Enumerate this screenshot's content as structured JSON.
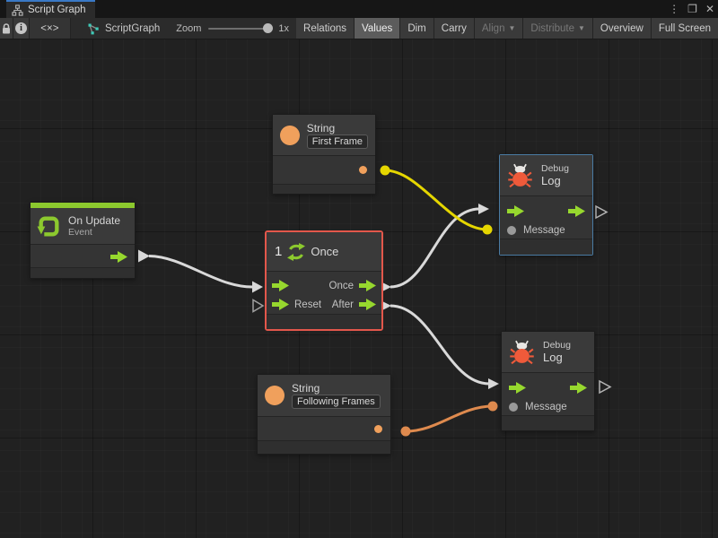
{
  "window": {
    "tab_title": "Script Graph",
    "controls": {
      "menu": "⋮",
      "maximize": "❐",
      "close": "✕"
    }
  },
  "toolbar": {
    "code_toggle": "<×>",
    "graph_name": "ScriptGraph",
    "zoom_label": "Zoom",
    "zoom_value": "1x",
    "dropdown_arrow": "▼",
    "buttons": [
      {
        "label": "Relations",
        "active": false,
        "disabled": false,
        "dropdown": false
      },
      {
        "label": "Values",
        "active": true,
        "disabled": false,
        "dropdown": false
      },
      {
        "label": "Dim",
        "active": false,
        "disabled": false,
        "dropdown": false
      },
      {
        "label": "Carry",
        "active": false,
        "disabled": false,
        "dropdown": false
      },
      {
        "label": "Align",
        "active": false,
        "disabled": true,
        "dropdown": true
      },
      {
        "label": "Distribute",
        "active": false,
        "disabled": true,
        "dropdown": true
      },
      {
        "label": "Overview",
        "active": false,
        "disabled": false,
        "dropdown": false
      },
      {
        "label": "Full Screen",
        "active": false,
        "disabled": false,
        "dropdown": false
      }
    ]
  },
  "nodes": {
    "string_top": {
      "title": "String",
      "value": "First Frame"
    },
    "on_update": {
      "title": "On Update",
      "subtitle": "Event"
    },
    "once": {
      "counter": "1",
      "title": "Once",
      "out1": "Once",
      "in2": "Reset",
      "out2": "After"
    },
    "debug_top": {
      "title_small": "Debug",
      "title": "Log",
      "message": "Message"
    },
    "debug_bottom": {
      "title_small": "Debug",
      "title": "Log",
      "message": "Message"
    },
    "string_bottom": {
      "title": "String",
      "value": "Following Frames"
    }
  },
  "connections": [
    {
      "from": "on-update-exit",
      "to": "once-enter",
      "color": "#d9d9d9"
    },
    {
      "from": "once-out-once",
      "to": "debug-log-top-enter",
      "color": "#d9d9d9"
    },
    {
      "from": "once-out-after",
      "to": "debug-log-bottom-enter",
      "color": "#d9d9d9"
    },
    {
      "from": "string-first-frame-out",
      "to": "debug-log-top-message",
      "color": "#e5d600"
    },
    {
      "from": "string-following-frames-out",
      "to": "debug-log-bottom-message",
      "color": "#de8a4e"
    }
  ],
  "colors": {
    "selection_red": "#e3574b",
    "highlight_blue": "#4a7ba3",
    "flow_green": "#97d82e",
    "value_orange": "#f0a05c",
    "bug_orange": "#ef5a3a",
    "wire_white": "#d9d9d9",
    "wire_yellow": "#e5d600",
    "wire_orange": "#de8a4e"
  }
}
